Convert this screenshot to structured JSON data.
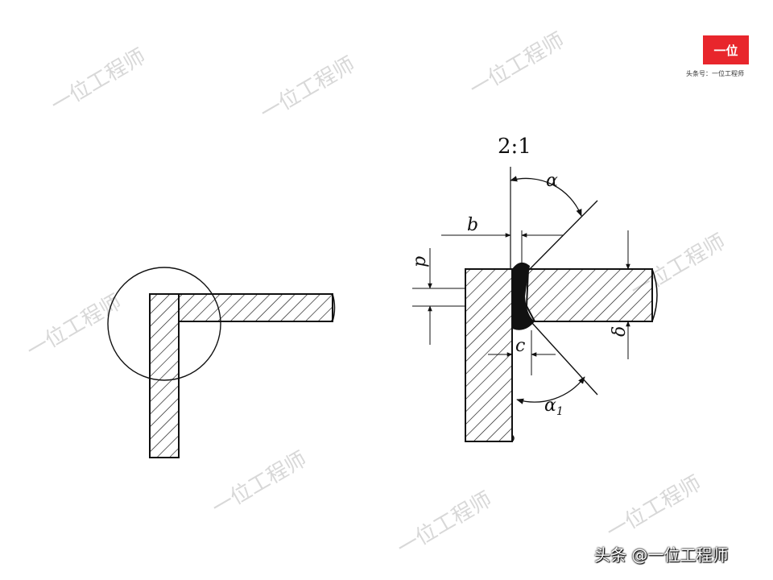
{
  "branding": {
    "logo_text": "一位",
    "caption": "头条号：一位工程师",
    "footer": "头条 @一位工程师",
    "accent_color": "#e8262c"
  },
  "watermark": {
    "text": "一位工程师"
  },
  "diagram": {
    "scale_label": "2:1",
    "labels": {
      "alpha": "α",
      "alpha1": "α",
      "alpha1_sub": "1",
      "b": "b",
      "p": "p",
      "c": "c",
      "delta": "δ"
    }
  }
}
